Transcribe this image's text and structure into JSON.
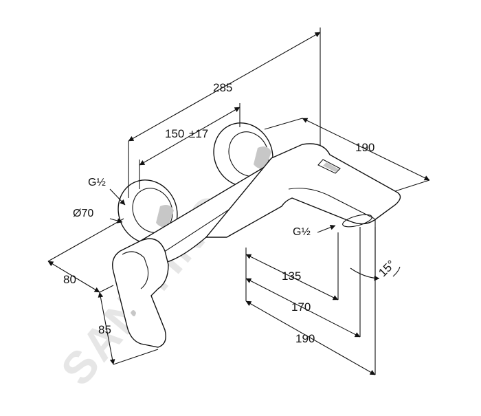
{
  "watermark": {
    "text": "SANITINO"
  },
  "dimensions": {
    "total_length": "285",
    "center_distance": "150",
    "center_tolerance": "±17",
    "spout_length": "190",
    "projection": "80",
    "handle_height": "85",
    "rosette_diameter": "Ø70",
    "connection_thread": "G½",
    "outlet_thread": "G½",
    "outlet_distance_1": "135",
    "outlet_distance_2": "170",
    "outlet_distance_3": "190",
    "spout_angle": "15°"
  },
  "colors": {
    "line": "#111111",
    "watermark": "#e6e6e6",
    "shading": "#c7c7c7"
  }
}
